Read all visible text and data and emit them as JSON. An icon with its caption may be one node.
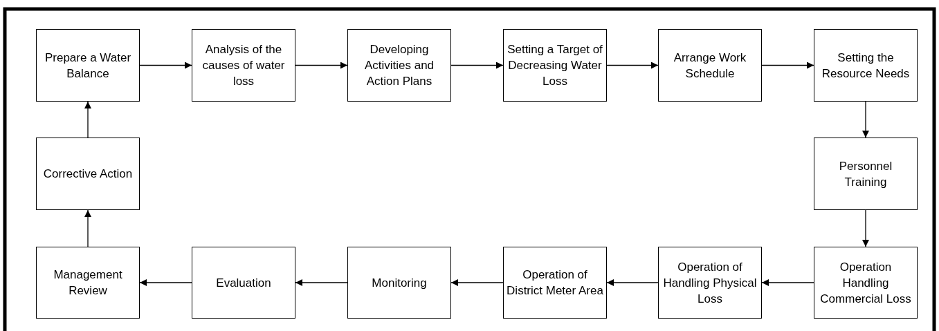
{
  "diagram": {
    "nodes": [
      {
        "text": [
          "Prepare a Water Balance"
        ]
      },
      {
        "text": [
          "Analysis of the causes of water loss"
        ]
      },
      {
        "text": [
          "Developing Activities and Action Plans"
        ]
      },
      {
        "text": [
          "Setting a Target of Decreasing Water Loss"
        ]
      },
      {
        "text": [
          "Arrange Work Schedule"
        ]
      },
      {
        "text": [
          "Setting the Resource Needs"
        ]
      },
      {
        "text": [
          "Corrective Action"
        ]
      },
      {
        "text": [
          "Personnel Training"
        ]
      },
      {
        "text": [
          "Management Review"
        ]
      },
      {
        "text": [
          "Evaluation"
        ]
      },
      {
        "text": [
          "Monitoring"
        ]
      },
      {
        "text": [
          "Operation of District Meter Area"
        ]
      },
      {
        "text": [
          "Operation of Handling Physical Loss"
        ]
      },
      {
        "text": [
          "Operation Handling Commercial Loss"
        ]
      }
    ],
    "edges": [
      {
        "from": 0,
        "to": 1,
        "arrow": "to"
      },
      {
        "from": 1,
        "to": 2,
        "arrow": "to"
      },
      {
        "from": 2,
        "to": 3,
        "arrow": "to"
      },
      {
        "from": 3,
        "to": 4,
        "arrow": "to"
      },
      {
        "from": 4,
        "to": 5,
        "arrow": "to"
      },
      {
        "from": 5,
        "to": 7,
        "arrow": "to"
      },
      {
        "from": 7,
        "to": 13,
        "arrow": "to"
      },
      {
        "from": 13,
        "to": 12,
        "arrow": "to"
      },
      {
        "from": 12,
        "to": 11,
        "arrow": "to"
      },
      {
        "from": 11,
        "to": 10,
        "arrow": "to"
      },
      {
        "from": 10,
        "to": 9,
        "arrow": "to"
      },
      {
        "from": 9,
        "to": 8,
        "arrow": "to"
      },
      {
        "from": 8,
        "to": 6,
        "arrow": "to"
      },
      {
        "from": 6,
        "to": 0,
        "arrow": "to"
      }
    ]
  }
}
